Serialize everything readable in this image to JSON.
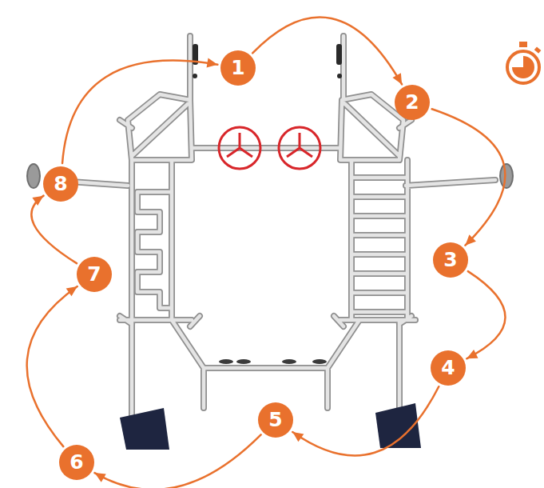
{
  "diagram": {
    "nodes": [
      {
        "text": [
          "1"
        ]
      },
      {
        "text": [
          "2"
        ]
      },
      {
        "text": [
          "3"
        ]
      },
      {
        "text": [
          "4"
        ]
      },
      {
        "text": [
          "5"
        ]
      },
      {
        "text": [
          "6"
        ]
      },
      {
        "text": [
          "7"
        ]
      },
      {
        "text": [
          "8"
        ]
      }
    ],
    "edges": [
      {
        "from": 0,
        "to": 1,
        "arrow": "to"
      },
      {
        "from": 1,
        "to": 2,
        "arrow": "to"
      },
      {
        "from": 2,
        "to": 3,
        "arrow": "to"
      },
      {
        "from": 3,
        "to": 4,
        "arrow": "to"
      },
      {
        "from": 4,
        "to": 5,
        "arrow": "to"
      },
      {
        "from": 5,
        "to": 6,
        "arrow": "to"
      },
      {
        "from": 6,
        "to": 7,
        "arrow": "to"
      },
      {
        "from": 7,
        "to": 0,
        "arrow": "to"
      }
    ]
  }
}
